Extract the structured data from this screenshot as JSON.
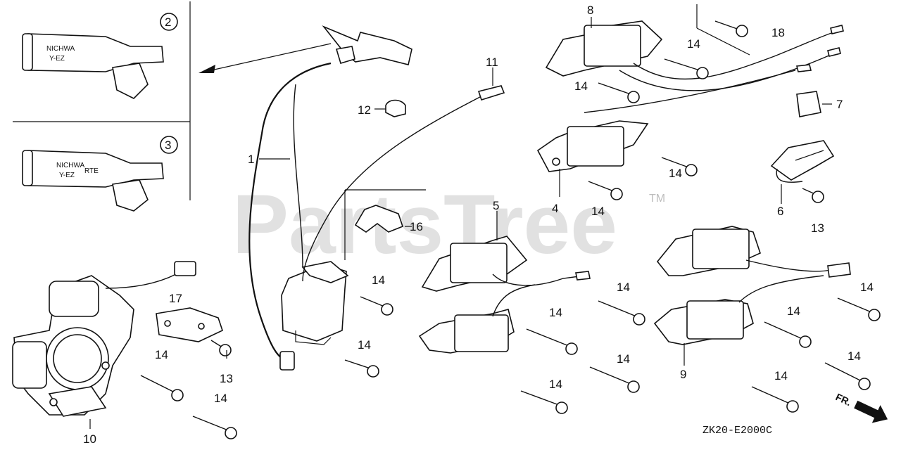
{
  "watermark": "PartsTree",
  "trademark": "TM",
  "diagram_code": "ZK20-E2000C",
  "front_label": "FR.",
  "insets": [
    {
      "number": "2",
      "text_line1": "NICHWA",
      "text_line2": "Y-EZ",
      "text_line3": ""
    },
    {
      "number": "3",
      "text_line1": "NICHWA",
      "text_line2": "Y-EZ",
      "text_line3": "RTE"
    }
  ],
  "callouts": {
    "c1": "1",
    "c4": "4",
    "c5": "5",
    "c6": "6",
    "c7": "7",
    "c8": "8",
    "c9": "9",
    "c10": "10",
    "c11": "11",
    "c12": "12",
    "c13a": "13",
    "c13b": "13",
    "c14a": "14",
    "c14b": "14",
    "c14c": "14",
    "c14d": "14",
    "c14e": "14",
    "c14f": "14",
    "c14g": "14",
    "c14h": "14",
    "c14i": "14",
    "c14j": "14",
    "c14k": "14",
    "c14l": "14",
    "c14m": "14",
    "c14n": "14",
    "c14o": "14",
    "c14p": "14",
    "c14q": "14",
    "c16": "16",
    "c17": "17",
    "c18": "18"
  }
}
